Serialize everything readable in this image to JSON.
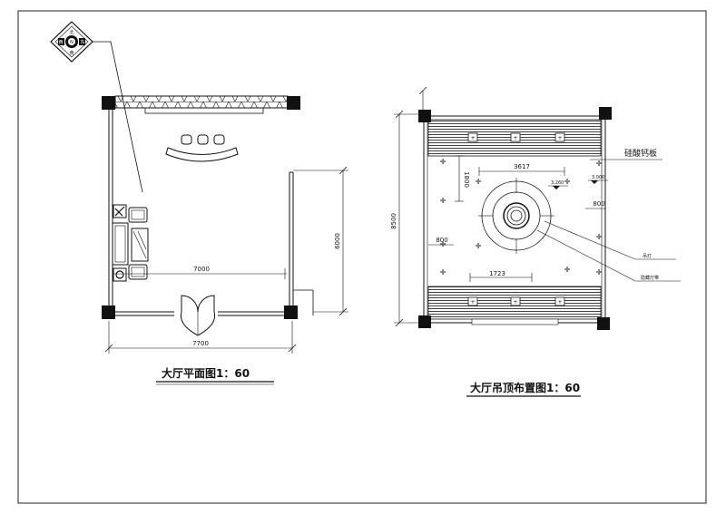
{
  "plan_left": {
    "title": "大厅平面图1：60",
    "dim_bottom": "7700",
    "dim_inner": "7000",
    "dim_right": "6000"
  },
  "plan_right": {
    "title": "大厅吊顶布置图1：60",
    "dim_left": "8500",
    "dim_top_center": "3617",
    "dim_vertical": "1800",
    "dim_side_left": "800",
    "dim_side_right": "800",
    "dim_bottom_center": "1723",
    "level_1": "3.260",
    "level_2": "3.000",
    "label_material": "硅酸钙板",
    "label_lamp": "吊灯",
    "label_hidden_light": "隐藏灯带"
  },
  "compass": {
    "top": "北",
    "left": "西",
    "right": "东",
    "bottom": "南",
    "center": "N"
  }
}
